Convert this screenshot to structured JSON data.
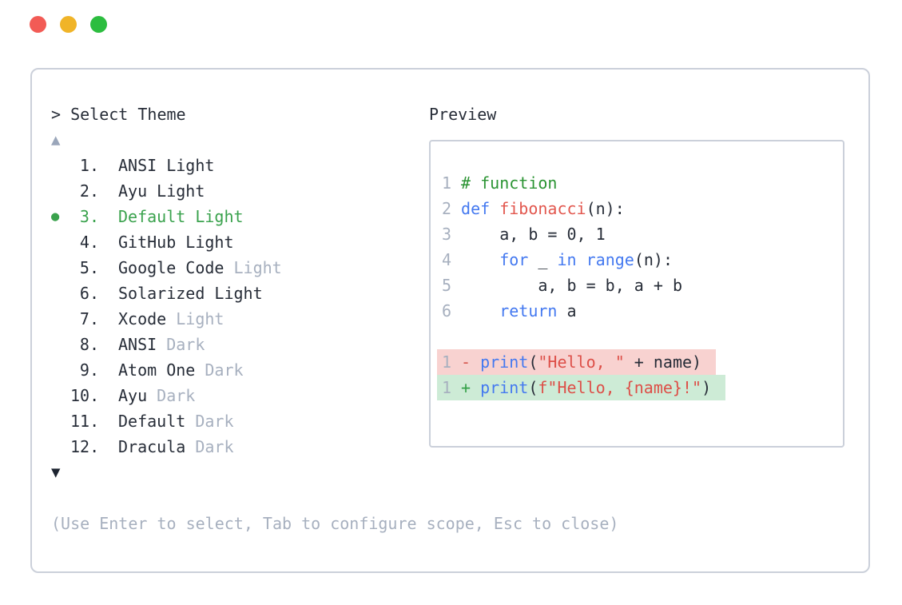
{
  "colors": {
    "text_dark": "#272d38",
    "text_muted": "#a7b0bf",
    "accent_green": "#3aa24d",
    "comment_green": "#2b9433",
    "keyword_blue": "#4479f0",
    "func_red": "#e2574e",
    "string_red": "#dd4f48",
    "diff_removed_bg": "#f8d2d0",
    "diff_added_bg": "#cdebd6",
    "border_grey": "#cbd0da",
    "traffic_red": "#f25b55",
    "traffic_yellow": "#f0b428",
    "traffic_green": "#2cbd3f"
  },
  "window": {
    "controls": [
      "close",
      "minimize",
      "zoom"
    ]
  },
  "picker": {
    "prompt": "> Select Theme",
    "scroll_up_icon": "▲",
    "scroll_down_icon": "▼",
    "selected_marker_icon": "●",
    "hint": "(Use Enter to select, Tab to configure scope, Esc to close)",
    "items": [
      {
        "num": "1.",
        "selected": false,
        "parts": [
          {
            "text": "ANSI Light",
            "style": "dark"
          }
        ]
      },
      {
        "num": "2.",
        "selected": false,
        "parts": [
          {
            "text": "Ayu Light",
            "style": "dark"
          }
        ]
      },
      {
        "num": "3.",
        "selected": true,
        "parts": [
          {
            "text": "Default Light",
            "style": "selected"
          }
        ]
      },
      {
        "num": "4.",
        "selected": false,
        "parts": [
          {
            "text": "GitHub Light",
            "style": "dark"
          }
        ]
      },
      {
        "num": "5.",
        "selected": false,
        "parts": [
          {
            "text": "Google Code ",
            "style": "dark"
          },
          {
            "text": "Light",
            "style": "muted"
          }
        ]
      },
      {
        "num": "6.",
        "selected": false,
        "parts": [
          {
            "text": "Solarized Light",
            "style": "dark"
          }
        ]
      },
      {
        "num": "7.",
        "selected": false,
        "parts": [
          {
            "text": "Xcode ",
            "style": "dark"
          },
          {
            "text": "Light",
            "style": "muted"
          }
        ]
      },
      {
        "num": "8.",
        "selected": false,
        "parts": [
          {
            "text": "ANSI ",
            "style": "dark"
          },
          {
            "text": "Dark",
            "style": "muted"
          }
        ]
      },
      {
        "num": "9.",
        "selected": false,
        "parts": [
          {
            "text": "Atom One ",
            "style": "dark"
          },
          {
            "text": "Dark",
            "style": "muted"
          }
        ]
      },
      {
        "num": "10.",
        "selected": false,
        "parts": [
          {
            "text": "Ayu ",
            "style": "dark"
          },
          {
            "text": "Dark",
            "style": "muted"
          }
        ]
      },
      {
        "num": "11.",
        "selected": false,
        "parts": [
          {
            "text": "Default ",
            "style": "dark"
          },
          {
            "text": "Dark",
            "style": "muted"
          }
        ]
      },
      {
        "num": "12.",
        "selected": false,
        "parts": [
          {
            "text": "Dracula ",
            "style": "dark"
          },
          {
            "text": "Dark",
            "style": "muted"
          }
        ]
      }
    ]
  },
  "preview": {
    "title": "Preview",
    "code_lines": [
      {
        "num": "1",
        "tokens": [
          {
            "text": "# function",
            "style": "comment"
          }
        ]
      },
      {
        "num": "2",
        "tokens": [
          {
            "text": "def",
            "style": "keyword"
          },
          {
            "text": " ",
            "style": "plain"
          },
          {
            "text": "fibonacci",
            "style": "func"
          },
          {
            "text": "(n):",
            "style": "plain"
          }
        ]
      },
      {
        "num": "3",
        "tokens": [
          {
            "text": "    a, b = 0, 1",
            "style": "plain"
          }
        ]
      },
      {
        "num": "4",
        "tokens": [
          {
            "text": "    ",
            "style": "plain"
          },
          {
            "text": "for",
            "style": "keyword"
          },
          {
            "text": " _ ",
            "style": "plain"
          },
          {
            "text": "in",
            "style": "keyword"
          },
          {
            "text": " ",
            "style": "plain"
          },
          {
            "text": "range",
            "style": "keyword"
          },
          {
            "text": "(n):",
            "style": "plain"
          }
        ]
      },
      {
        "num": "5",
        "tokens": [
          {
            "text": "        a, b = b, a + b",
            "style": "plain"
          }
        ]
      },
      {
        "num": "6",
        "tokens": [
          {
            "text": "    ",
            "style": "plain"
          },
          {
            "text": "return",
            "style": "keyword"
          },
          {
            "text": " a",
            "style": "plain"
          }
        ]
      }
    ],
    "diff_lines": [
      {
        "num": "1",
        "sign": "-",
        "sign_style": "minus",
        "change": "removed",
        "tokens": [
          {
            "text": "print",
            "style": "keyword"
          },
          {
            "text": "(",
            "style": "plain"
          },
          {
            "text": "\"Hello, \"",
            "style": "string"
          },
          {
            "text": " + name)",
            "style": "plain"
          }
        ]
      },
      {
        "num": "1",
        "sign": "+",
        "sign_style": "plus",
        "change": "added",
        "tokens": [
          {
            "text": "print",
            "style": "keyword"
          },
          {
            "text": "(",
            "style": "plain"
          },
          {
            "text": "f\"Hello, {name}!\"",
            "style": "string"
          },
          {
            "text": ")",
            "style": "plain"
          }
        ]
      }
    ]
  }
}
